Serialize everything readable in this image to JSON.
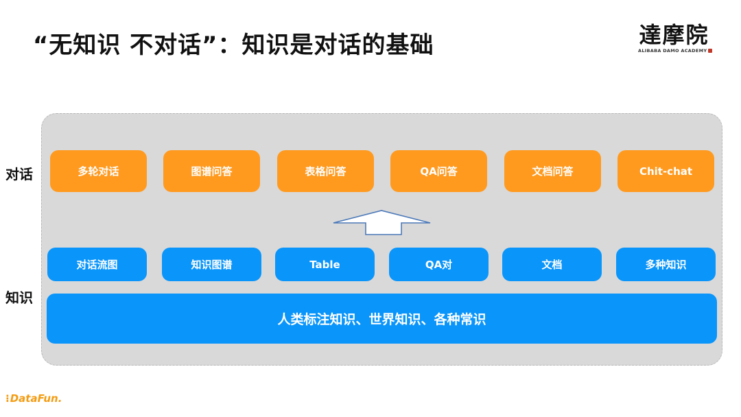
{
  "title": "“无知识 不对话”：知识是对话的基础",
  "logo": {
    "cn": "達摩院",
    "en": "ALIBABA DAMO ACADEMY"
  },
  "side_labels": {
    "dialog": "对话",
    "knowledge": "知识"
  },
  "dialog_types": [
    "多轮对话",
    "图谱问答",
    "表格问答",
    "QA问答",
    "文档问答",
    "Chit-chat"
  ],
  "knowledge_types": [
    "对话流图",
    "知识图谱",
    "Table",
    "QA对",
    "文档",
    "多种知识"
  ],
  "knowledge_base": "人类标注知识、世界知识、各种常识",
  "footer": "DataFun.",
  "colors": {
    "orange": "#ff9a1f",
    "blue": "#0a95fb",
    "panel": "#d9d9d9",
    "arrow_stroke": "#4a78b8"
  }
}
